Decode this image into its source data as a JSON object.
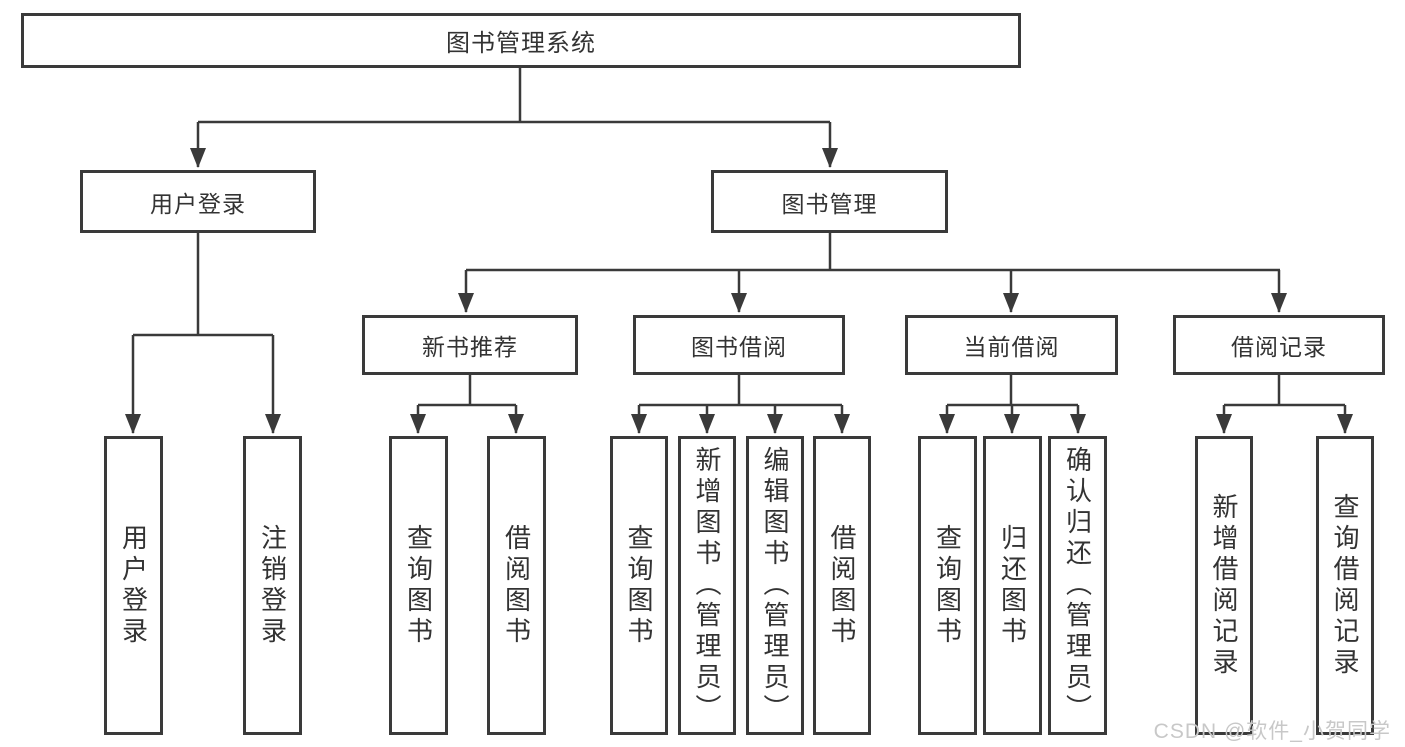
{
  "diagram": {
    "title_note": "library management system feature-decomposition chart",
    "root": {
      "label": "图书管理系统"
    },
    "level2": [
      {
        "label": "用户登录"
      },
      {
        "label": "图书管理"
      }
    ],
    "level3": [
      {
        "label": "新书推荐"
      },
      {
        "label": "图书借阅"
      },
      {
        "label": "当前借阅"
      },
      {
        "label": "借阅记录"
      }
    ],
    "leaves": {
      "user_login": [
        "用户登录",
        "注销登录"
      ],
      "new_books": [
        "查询图书",
        "借阅图书"
      ],
      "book_borrow": [
        "查询图书",
        "新增图书（管理员）",
        "编辑图书（管理员）",
        "借阅图书"
      ],
      "current_borrow": [
        "查询图书",
        "归还图书",
        "确认归还（管理员）"
      ],
      "borrow_records": [
        "新增借阅记录",
        "查询借阅记录"
      ]
    }
  },
  "watermark": {
    "text": "CSDN @软件_小贺同学"
  },
  "colors": {
    "line": "#3a3a3a",
    "text": "#333333",
    "watermark": "#c8c8c8",
    "background": "#ffffff"
  }
}
